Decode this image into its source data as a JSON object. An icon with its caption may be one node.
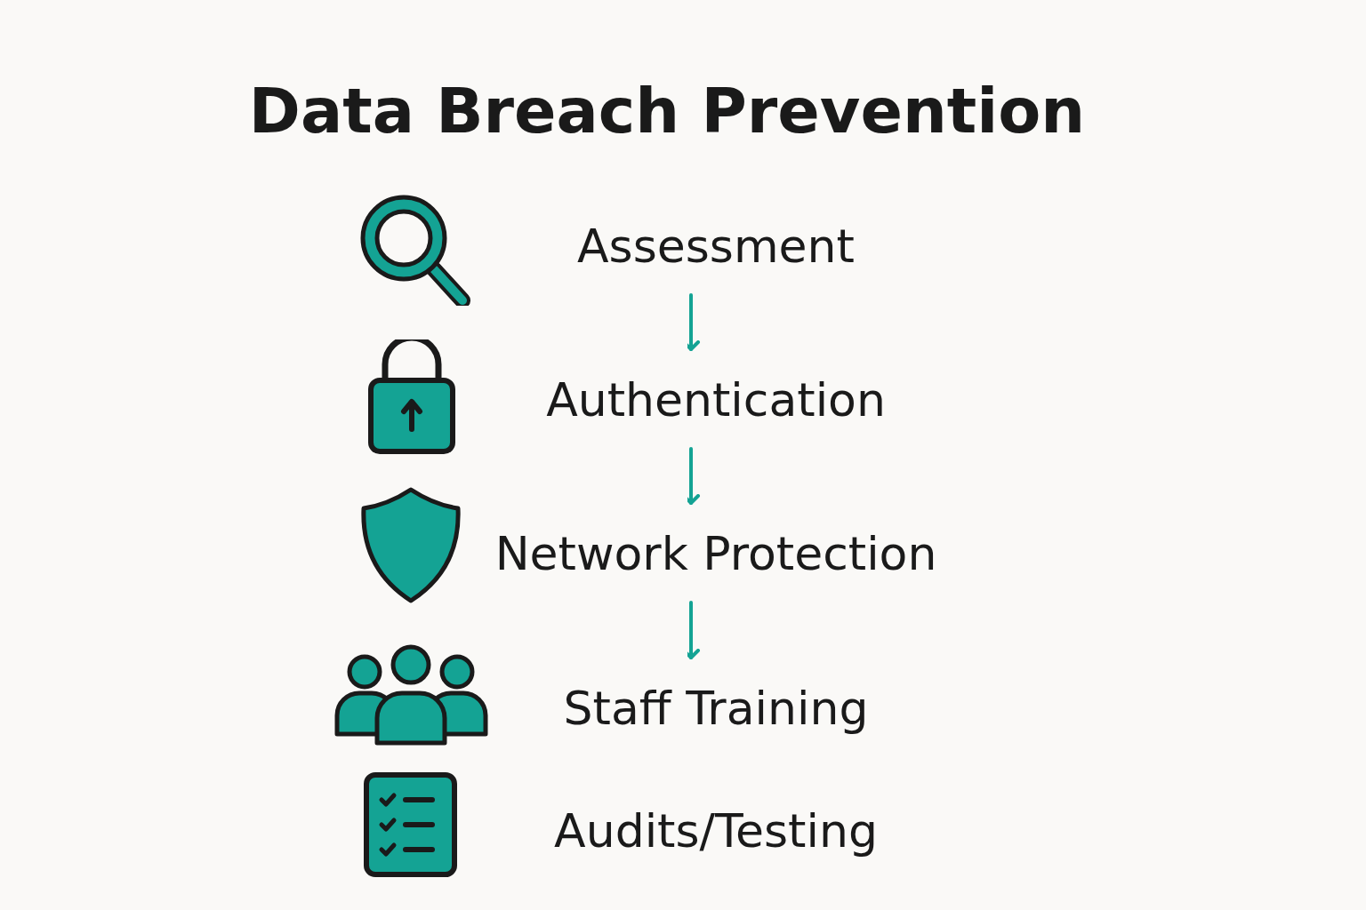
{
  "diagram": {
    "title": "Data Breach Prevention",
    "nodes": [
      {
        "text": [
          "Assessment"
        ]
      },
      {
        "text": [
          "Authentication"
        ]
      },
      {
        "text": [
          "Network Protection"
        ]
      },
      {
        "text": [
          "Staff Training"
        ]
      },
      {
        "text": [
          "Audits/Testing"
        ]
      }
    ],
    "edges": [
      {
        "from": 0,
        "to": 1,
        "arrow": "to"
      },
      {
        "from": 1,
        "to": 2,
        "arrow": "to"
      },
      {
        "from": 2,
        "to": 3,
        "arrow": "to"
      }
    ]
  }
}
